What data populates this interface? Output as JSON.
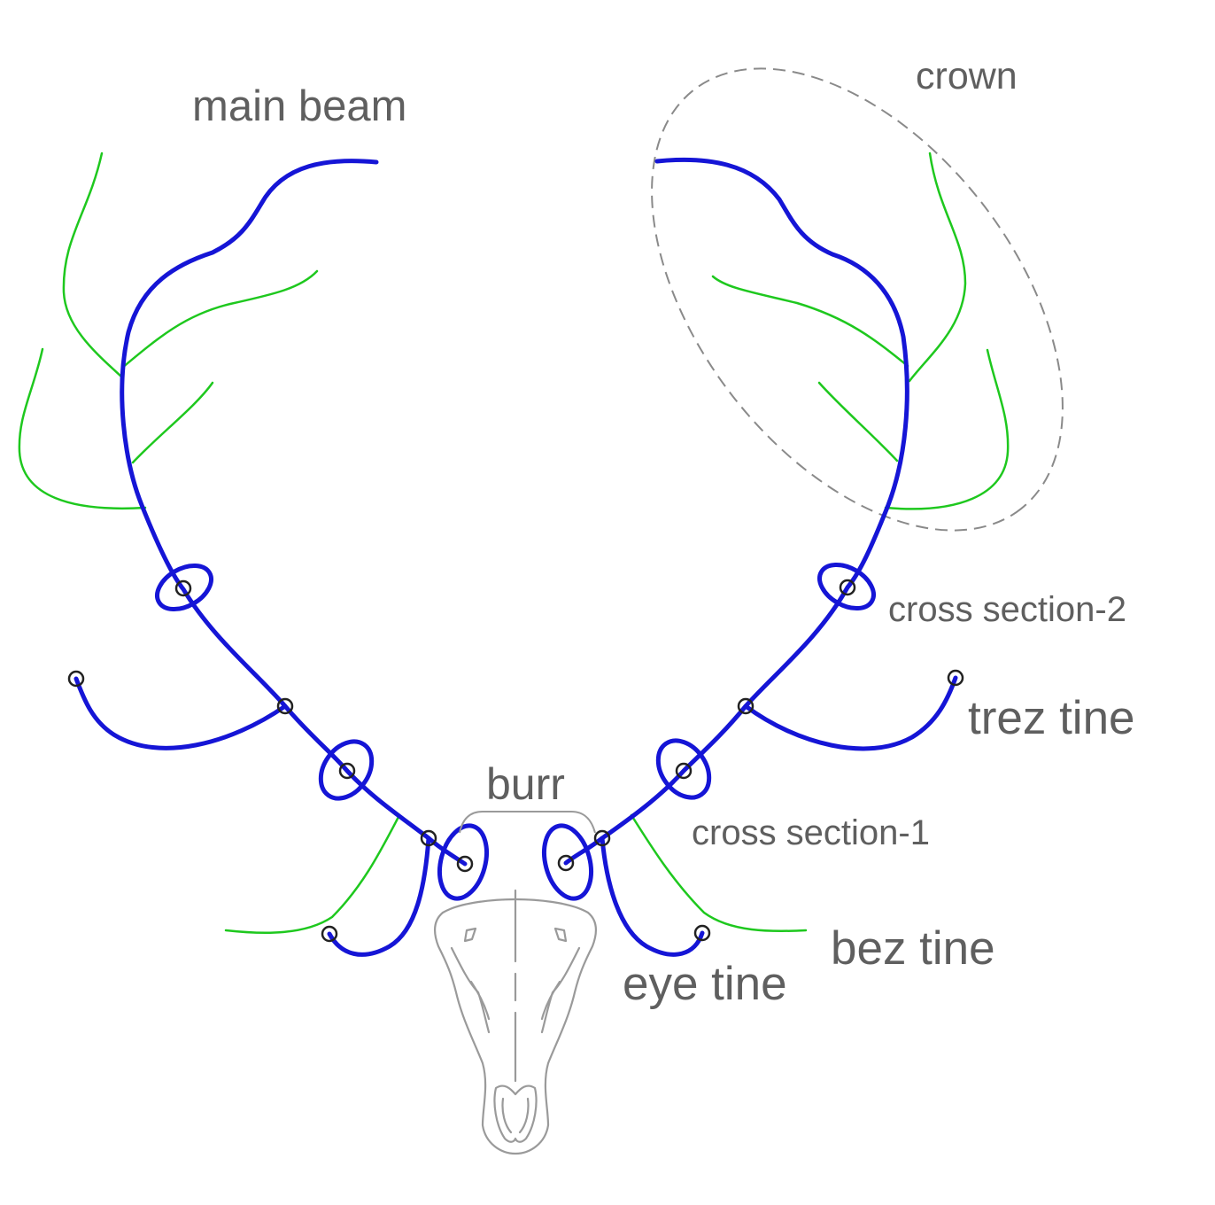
{
  "colors": {
    "beam": "#1515d6",
    "tine": "#1ec81e",
    "label": "#5f5f5f",
    "node": "#222222",
    "skull": "#9a9a9a",
    "crown_outline": "#8a8a8a"
  },
  "labels": {
    "main_beam": "main beam",
    "crown": "crown",
    "cross_section_2": "cross section-2",
    "trez_tine": "trez tine",
    "burr": "burr",
    "cross_section_1": "cross section-1",
    "bez_tine": "bez tine",
    "eye_tine": "eye tine"
  }
}
